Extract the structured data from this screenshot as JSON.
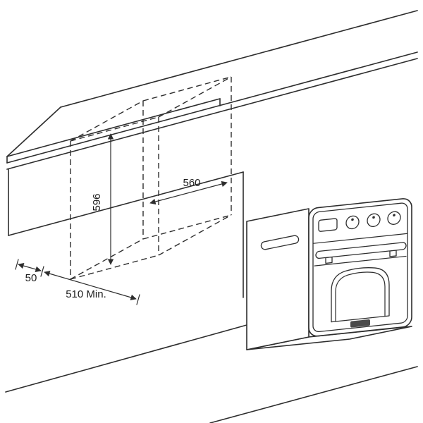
{
  "diagram": {
    "dimension_labels": {
      "height": "596",
      "width": "560",
      "depth_min": "510 Min.",
      "gap": "50"
    },
    "colors": {
      "line": "#2d2d2d",
      "background": "#ffffff",
      "brand_plate": "#4a4a4a"
    }
  }
}
